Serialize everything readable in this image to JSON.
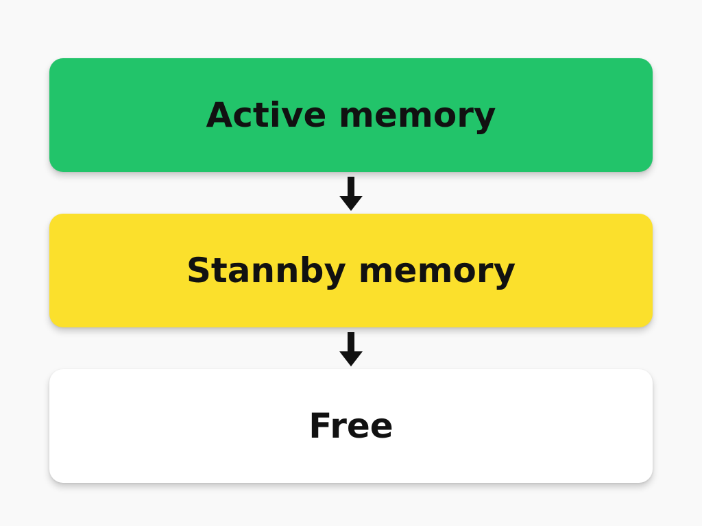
{
  "diagram": {
    "stages": [
      {
        "label": "Active memory",
        "color": "#22c46a"
      },
      {
        "label": "Stannby memory",
        "color": "#fbe02c"
      },
      {
        "label": "Free",
        "color": "#ffffff"
      }
    ],
    "arrow_color": "#111111"
  }
}
